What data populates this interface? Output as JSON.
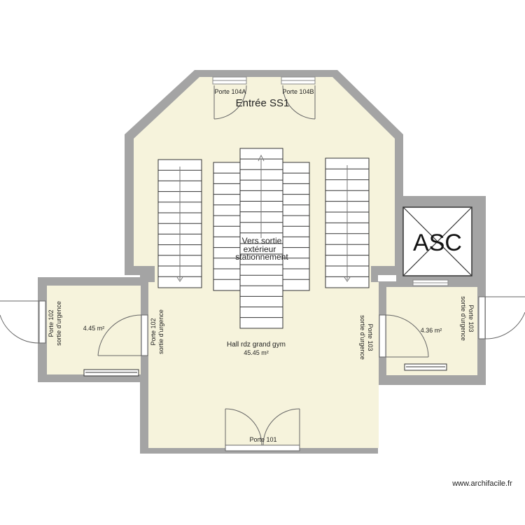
{
  "plan": {
    "entree_title": "Entrée SS1",
    "hall_name": "Hall rdz grand gym",
    "hall_area": "45.45 m²",
    "exit_label_lines": [
      "Vers sortie",
      "extérieur",
      "stationnement"
    ],
    "elevator": "ASC",
    "left_room_area": "4.45 m²",
    "right_room_area": "4.36 m²",
    "doors": {
      "porte_104a": "Porte 104A",
      "porte_104b": "Porte 104B",
      "porte_101": "Porte 101",
      "porte_102": "Porte 102",
      "porte_103": "Porte 103",
      "sortie_urgence": "sortie d'urgence"
    }
  },
  "watermark": "www.archifacile.fr",
  "colors": {
    "wall": "#a4a4a4",
    "floor": "#f6f3dc",
    "stairs": "#ffffff",
    "line": "#333333"
  }
}
